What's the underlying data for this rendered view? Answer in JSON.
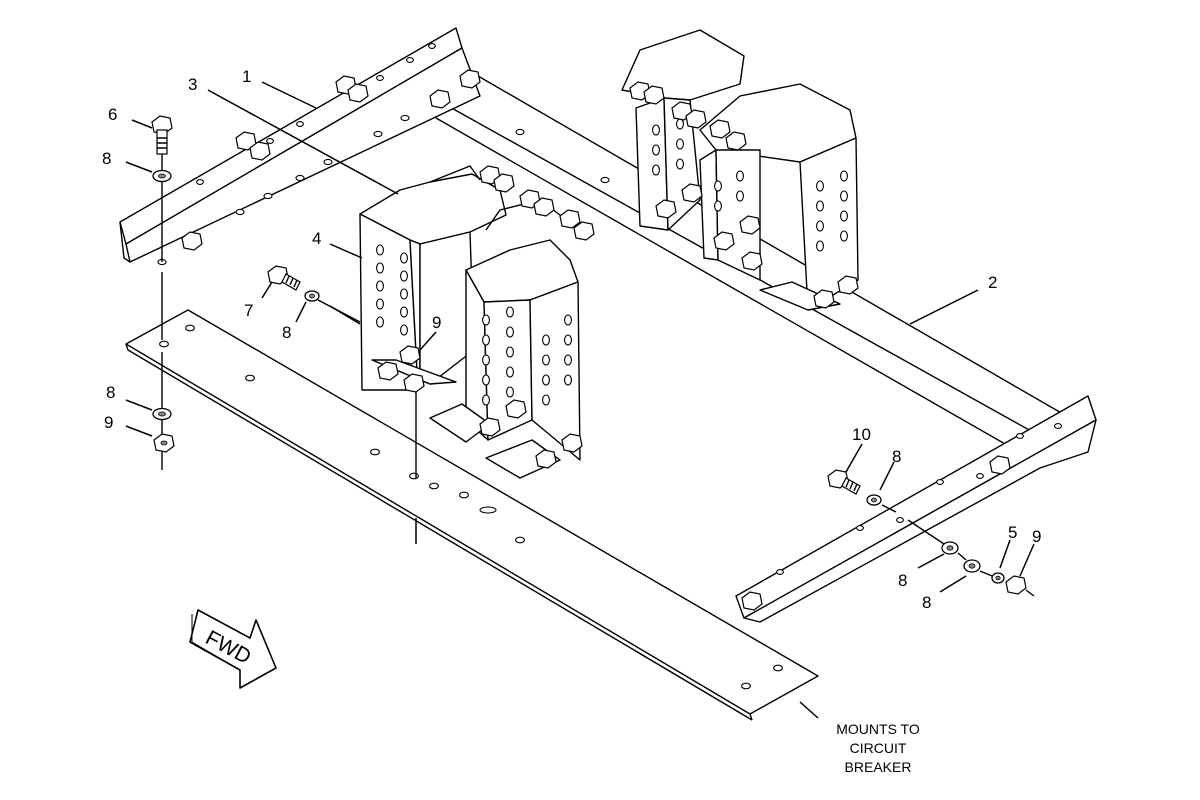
{
  "callouts": {
    "c1": "1",
    "c2": "2",
    "c3": "3",
    "c4": "4",
    "c5": "5",
    "c6": "6",
    "c7": "7",
    "c8a": "8",
    "c8b": "8",
    "c8c": "8",
    "c8d": "8",
    "c8e": "8",
    "c8f": "8",
    "c9a": "9",
    "c9b": "9",
    "c9c": "9",
    "c10": "10"
  },
  "note": {
    "line1": "MOUNTS TO",
    "line2": "CIRCUIT",
    "line3": "BREAKER"
  },
  "direction_label": "FWD"
}
